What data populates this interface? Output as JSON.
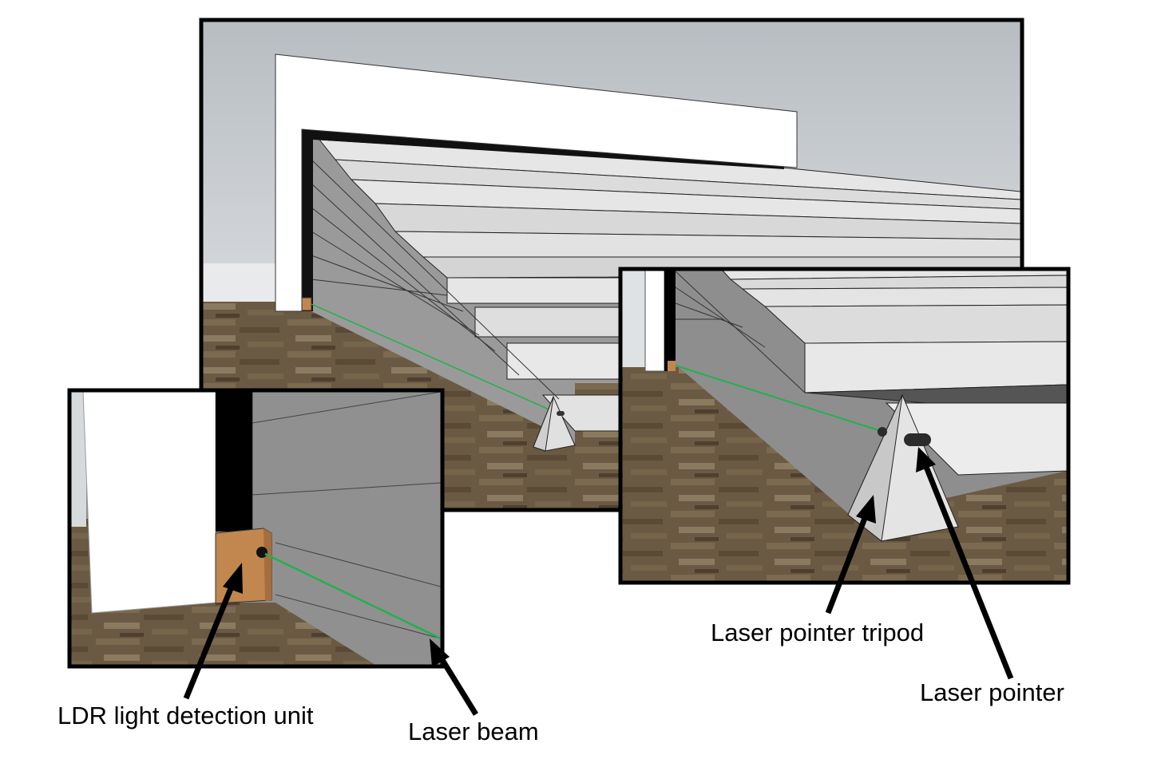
{
  "labels": {
    "ldr_unit": "LDR light detection unit",
    "laser_beam": "Laser beam",
    "tripod": "Laser pointer tripod",
    "laser_pointer": "Laser pointer"
  },
  "colors": {
    "beam": "#22b14c",
    "ldr_box": "#c1874f",
    "floor": "#6b5a43",
    "wall": "#ffffff",
    "risers": "#8c8c8c",
    "treads": "#dcdcdc",
    "sky": "#d2d6da",
    "frame": "#000000"
  },
  "icons": {
    "arrows": "arrow-icon"
  }
}
